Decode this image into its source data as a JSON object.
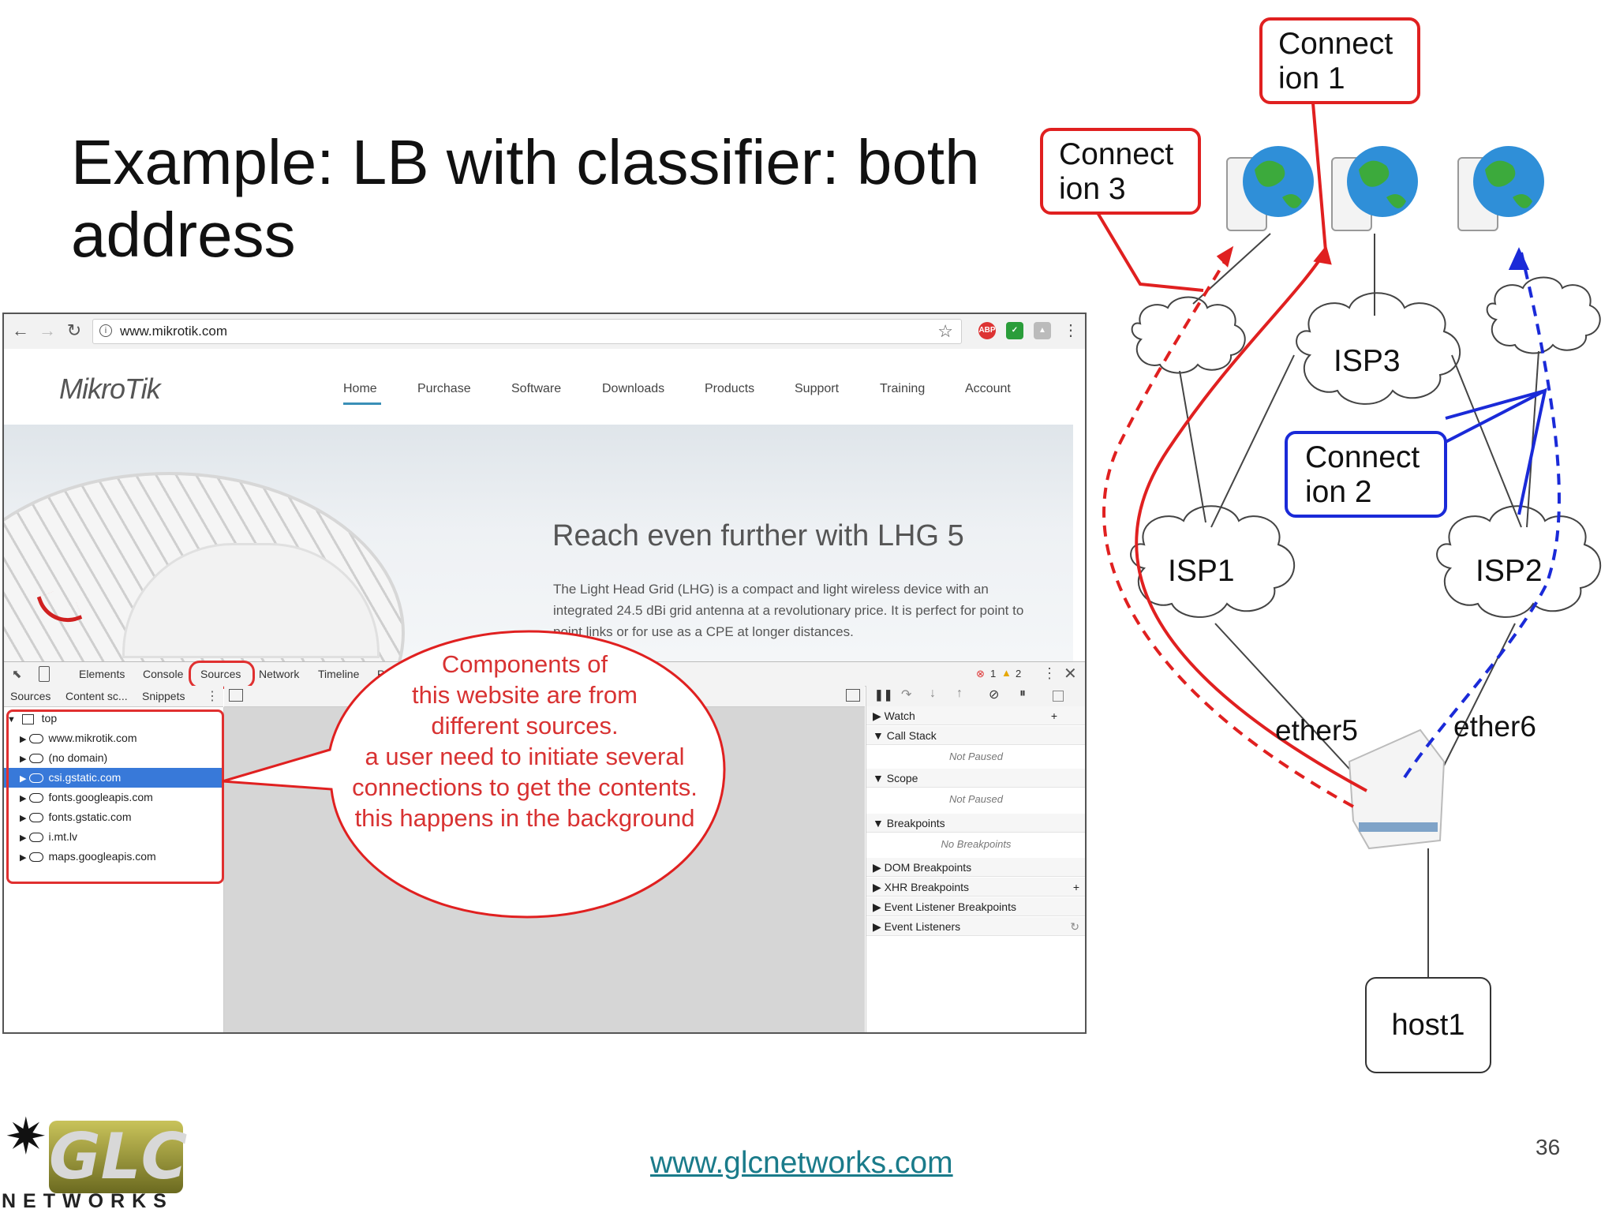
{
  "slide": {
    "title_line1": "Example: LB with classifier: both",
    "title_line2": "address",
    "page_number": "36",
    "footer_url": "www.glcnetworks.com",
    "footer_logo_text": "NETWORKS",
    "footer_logo_mark": "GLC"
  },
  "browser": {
    "url": "www.mikrotik.com",
    "extensions": [
      "ABP",
      "check",
      "drive"
    ],
    "site": {
      "logo": "MikroTik",
      "nav": [
        "Home",
        "Purchase",
        "Software",
        "Downloads",
        "Products",
        "Support",
        "Training",
        "Account"
      ],
      "hero_heading": "Reach even further with LHG 5",
      "hero_text": "The Light Head Grid (LHG) is a compact and light wireless device with an integrated 24.5 dBi grid antenna at a revolutionary price. It is perfect for point to point links or for use as a CPE at longer distances."
    },
    "devtools": {
      "tabs": [
        "Elements",
        "Console",
        "Sources",
        "Network",
        "Timeline",
        "P"
      ],
      "errors": "1",
      "warnings": "2",
      "subtabs": [
        "Sources",
        "Content sc...",
        "Snippets"
      ],
      "tree": [
        "top",
        "www.mikrotik.com",
        "(no domain)",
        "csi.gstatic.com",
        "fonts.googleapis.com",
        "fonts.gstatic.com",
        "i.mt.lv",
        "maps.googleapis.com"
      ],
      "right_pane": {
        "watch": "Watch",
        "call_stack": "Call Stack",
        "not_paused": "Not Paused",
        "scope": "Scope",
        "scope_note": "Not Paused",
        "breakpoints": "Breakpoints",
        "no_breakpoints": "No Breakpoints",
        "dom_breakpoints": "DOM Breakpoints",
        "xhr_breakpoints": "XHR Breakpoints",
        "event_listener_breakpoints": "Event Listener Breakpoints",
        "event_listeners": "Event Listeners"
      }
    }
  },
  "callout": {
    "line1": "Components of",
    "line2": "this website are from",
    "line3": "different sources.",
    "line4": "a user need to initiate several",
    "line5": "connections to get the contents.",
    "line6": "this happens in the background"
  },
  "diagram": {
    "connection1": [
      "Connect",
      "ion 1"
    ],
    "connection2": [
      "Connect",
      "ion 2"
    ],
    "connection3": [
      "Connect",
      "ion 3"
    ],
    "isp1": "ISP1",
    "isp2": "ISP2",
    "isp3": "ISP3",
    "ether5": "ether5",
    "ether6": "ether6",
    "host": "host1",
    "colors": {
      "red": "#e02020",
      "blue": "#1a2ad8"
    }
  }
}
